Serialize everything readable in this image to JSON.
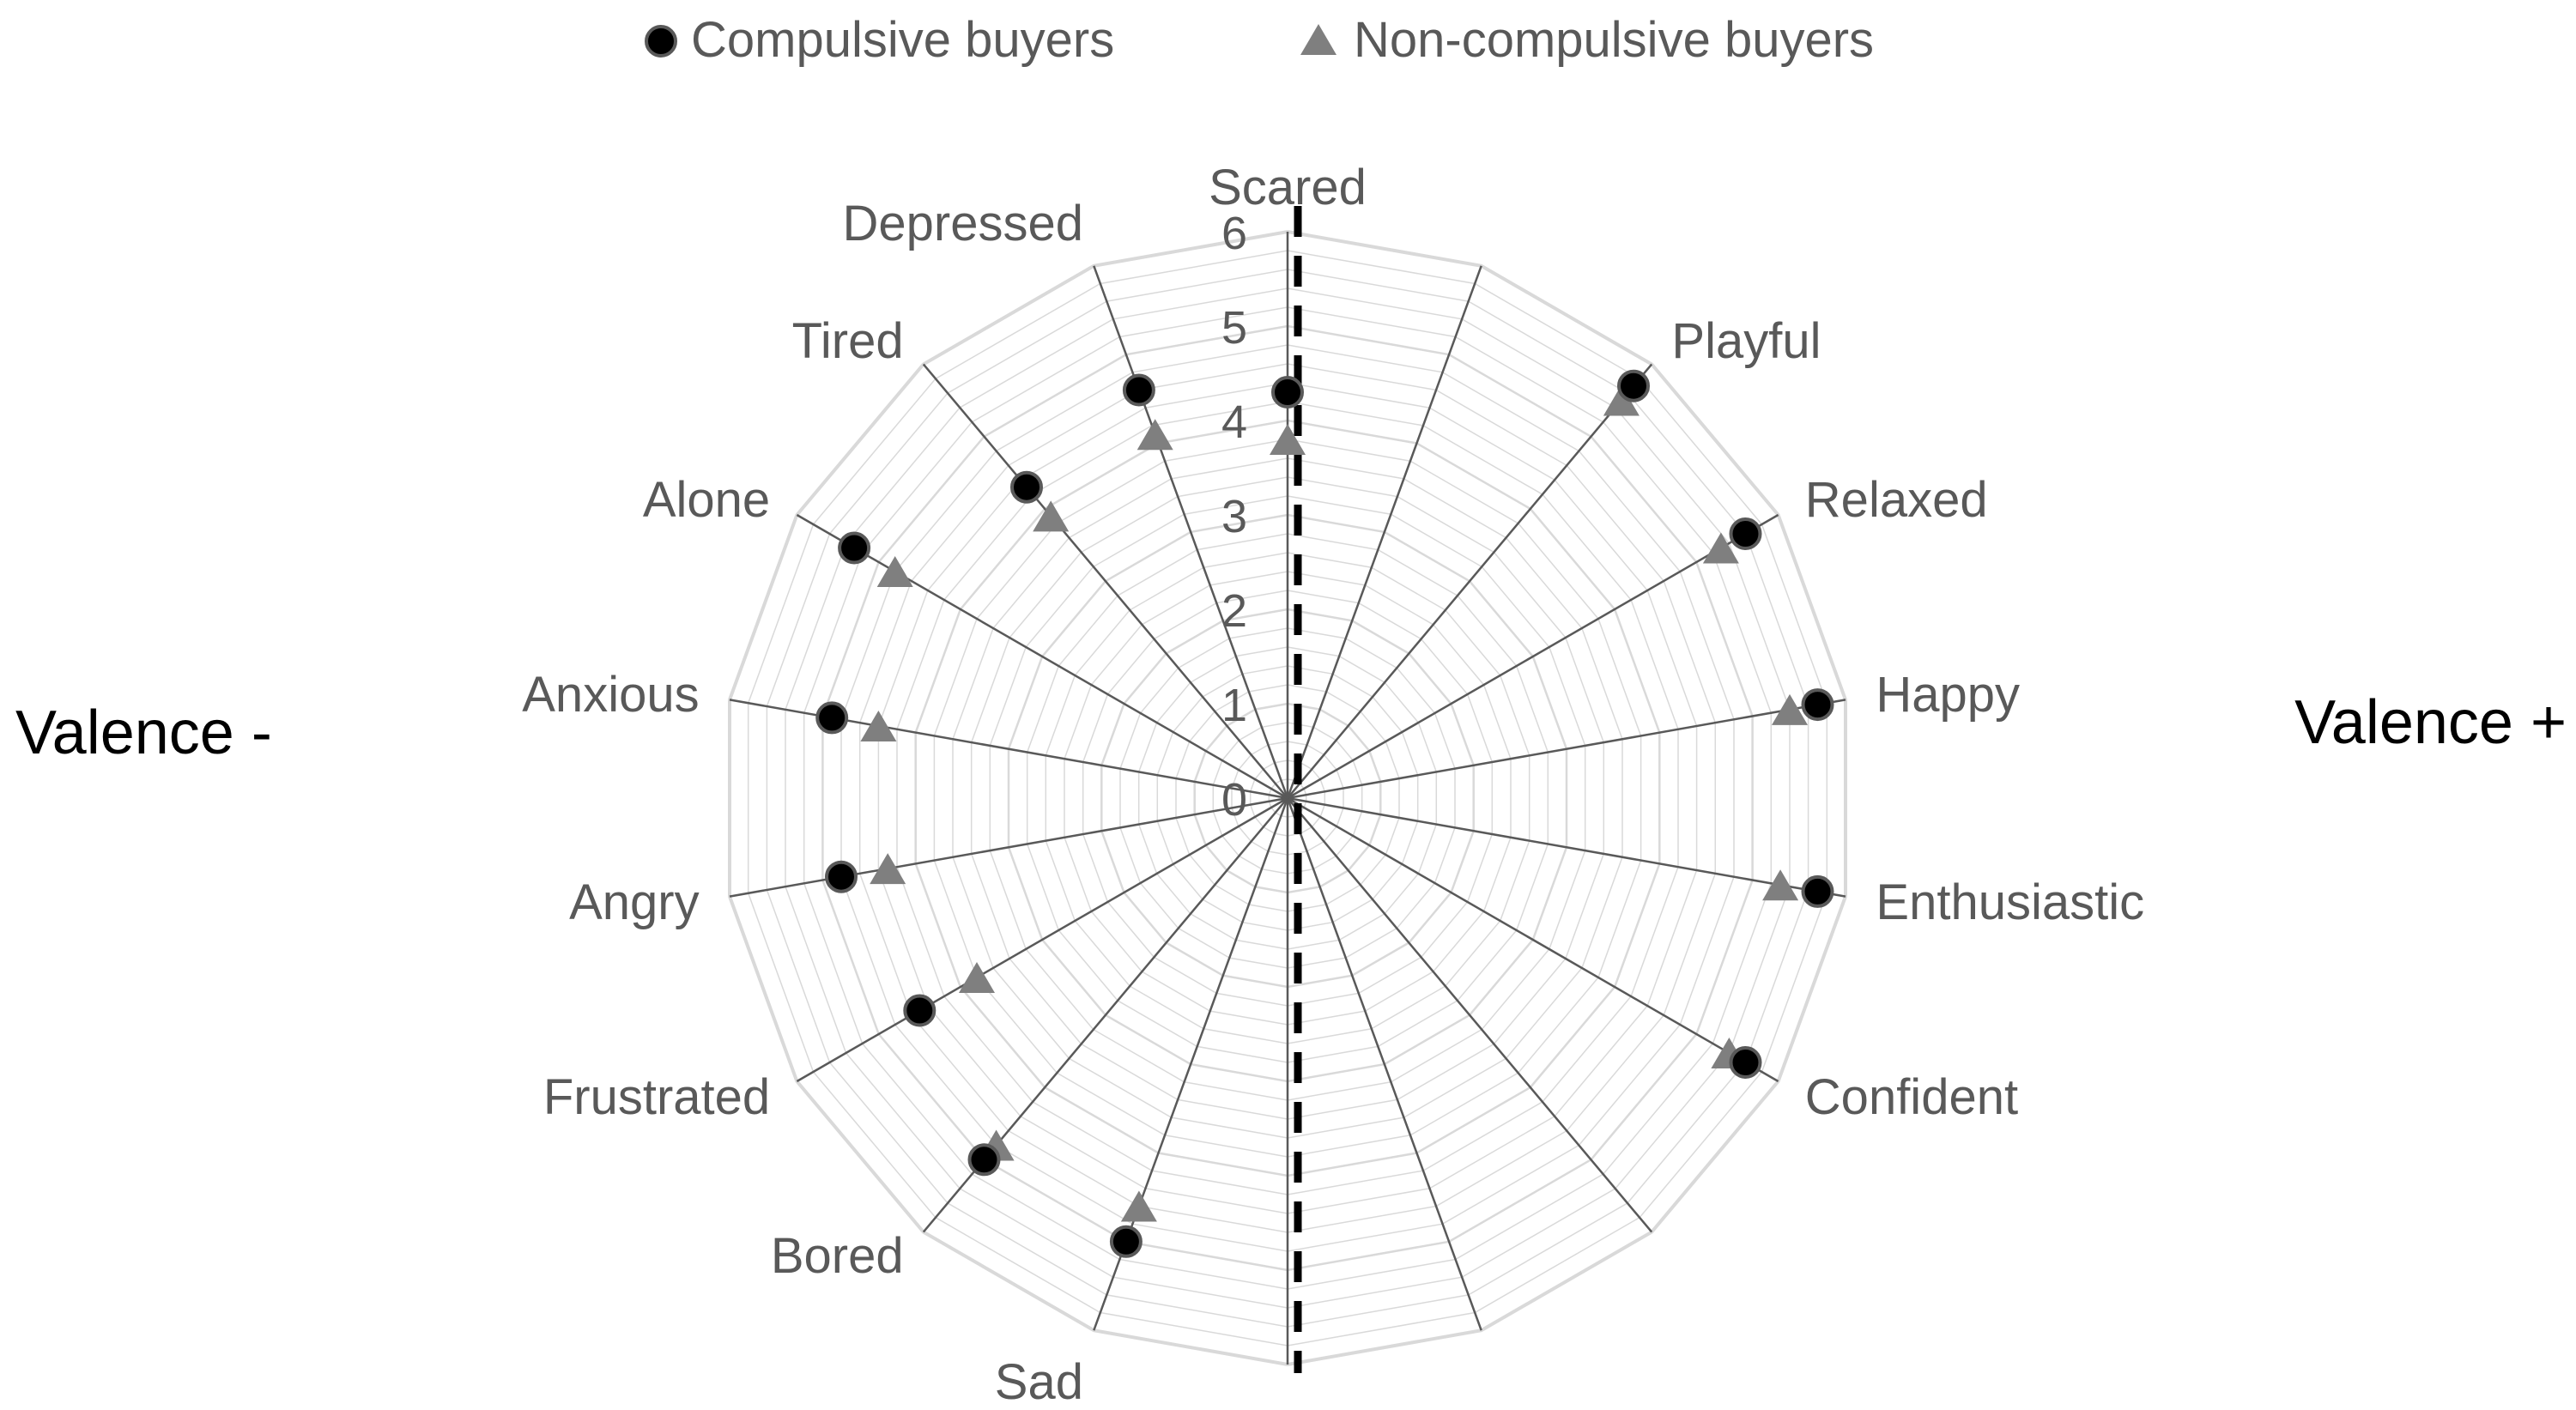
{
  "chart_data": {
    "type": "radar",
    "categories": [
      "Scared",
      "",
      "Playful",
      "Relaxed",
      "Happy",
      "Enthusiastic",
      "Confident",
      "",
      "",
      "",
      "Sad",
      "Bored",
      "Frustrated",
      "Angry",
      "Anxious",
      "Alone",
      "Tired",
      "Depressed"
    ],
    "series": [
      {
        "name": "Compulsive buyers",
        "marker": "circle",
        "color": "#000000",
        "values": [
          4.3,
          null,
          5.7,
          5.6,
          5.7,
          5.7,
          5.6,
          null,
          null,
          null,
          5.0,
          5.0,
          4.5,
          4.8,
          4.9,
          5.3,
          4.3,
          4.6
        ]
      },
      {
        "name": "Non-compulsive buyers",
        "marker": "triangle",
        "color": "#7f7f7f",
        "values": [
          3.8,
          null,
          5.5,
          5.3,
          5.4,
          5.3,
          5.4,
          null,
          null,
          null,
          4.6,
          4.8,
          3.8,
          4.3,
          4.4,
          4.8,
          3.9,
          4.1
        ]
      }
    ],
    "r_ticks": [
      "0",
      "1",
      "2",
      "3",
      "4",
      "5",
      "6"
    ],
    "rlim": [
      0,
      6
    ],
    "minor_gridlines_per_unit": 5,
    "legend_position": "top",
    "side_labels": {
      "left": "Valence -",
      "right": "Valence +"
    },
    "divider": "dashed vertical line through center",
    "colors": {
      "grid": "#d9d9d9",
      "spoke": "#595959",
      "text": "#595959",
      "divider": "#000000"
    }
  }
}
